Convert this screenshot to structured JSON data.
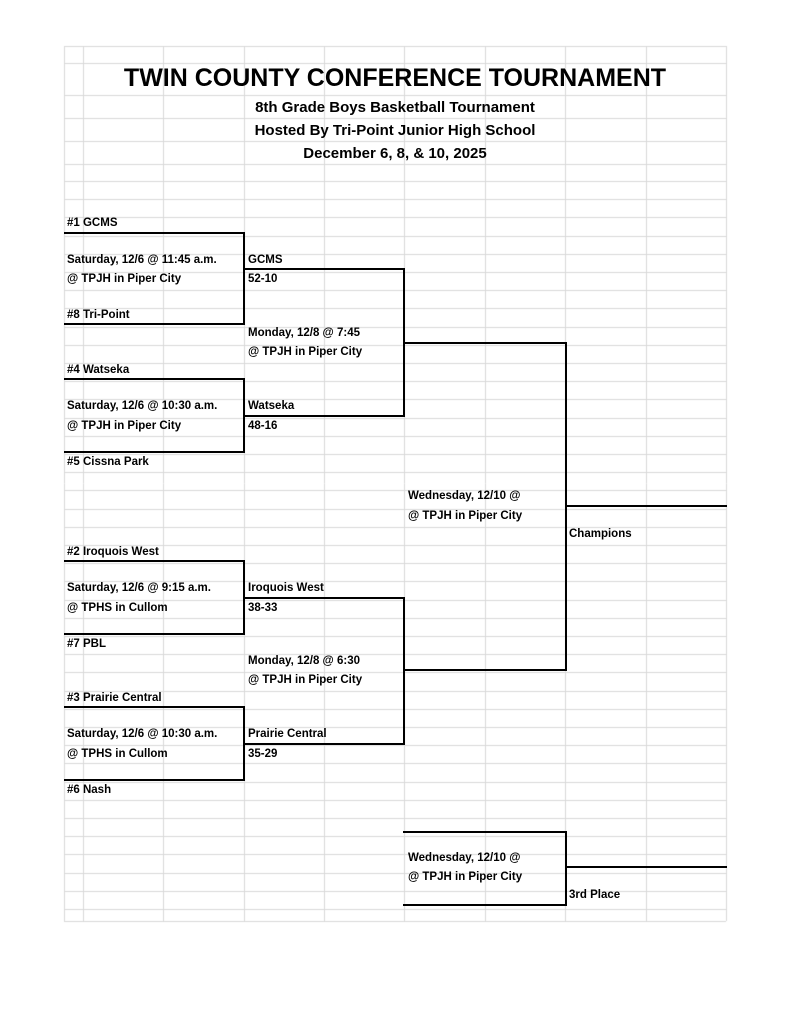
{
  "header": {
    "title": "TWIN COUNTY CONFERENCE TOURNAMENT",
    "subtitle1": "8th Grade Boys Basketball Tournament",
    "subtitle2": "Hosted By Tri-Point Junior High School",
    "subtitle3": "December 6, 8, & 10, 2025"
  },
  "round1": [
    {
      "team_top": "#1 GCMS",
      "time": "Saturday, 12/6 @ 11:45 a.m.",
      "venue": "@ TPJH in Piper City",
      "team_bottom": "#8 Tri-Point",
      "winner": "GCMS",
      "score": "52-10"
    },
    {
      "team_top": "#4 Watseka",
      "time": "Saturday, 12/6 @ 10:30 a.m.",
      "venue": "@ TPJH in Piper City",
      "team_bottom": "#5 Cissna Park",
      "winner": "Watseka",
      "score": "48-16"
    },
    {
      "team_top": "#2 Iroquois West",
      "time": "Saturday, 12/6 @ 9:15 a.m.",
      "venue": "@ TPHS in Cullom",
      "team_bottom": "#7 PBL",
      "winner": "Iroquois West",
      "score": "38-33"
    },
    {
      "team_top": "#3 Prairie Central",
      "time": "Saturday, 12/6 @ 10:30 a.m.",
      "venue": "@ TPHS in Cullom",
      "team_bottom": "#6 Nash",
      "winner": "Prairie Central",
      "score": "35-29"
    }
  ],
  "semifinals": [
    {
      "time": "Monday, 12/8 @ 7:45",
      "venue": "@ TPJH in Piper City"
    },
    {
      "time": "Monday, 12/8 @ 6:30",
      "venue": "@ TPJH in Piper City"
    }
  ],
  "championship": {
    "time": "Wednesday, 12/10 @",
    "venue": "@ TPJH in Piper City",
    "label": "Champions"
  },
  "third_place": {
    "time": "Wednesday, 12/10 @",
    "venue": "@ TPJH in Piper City",
    "label": "3rd Place"
  }
}
